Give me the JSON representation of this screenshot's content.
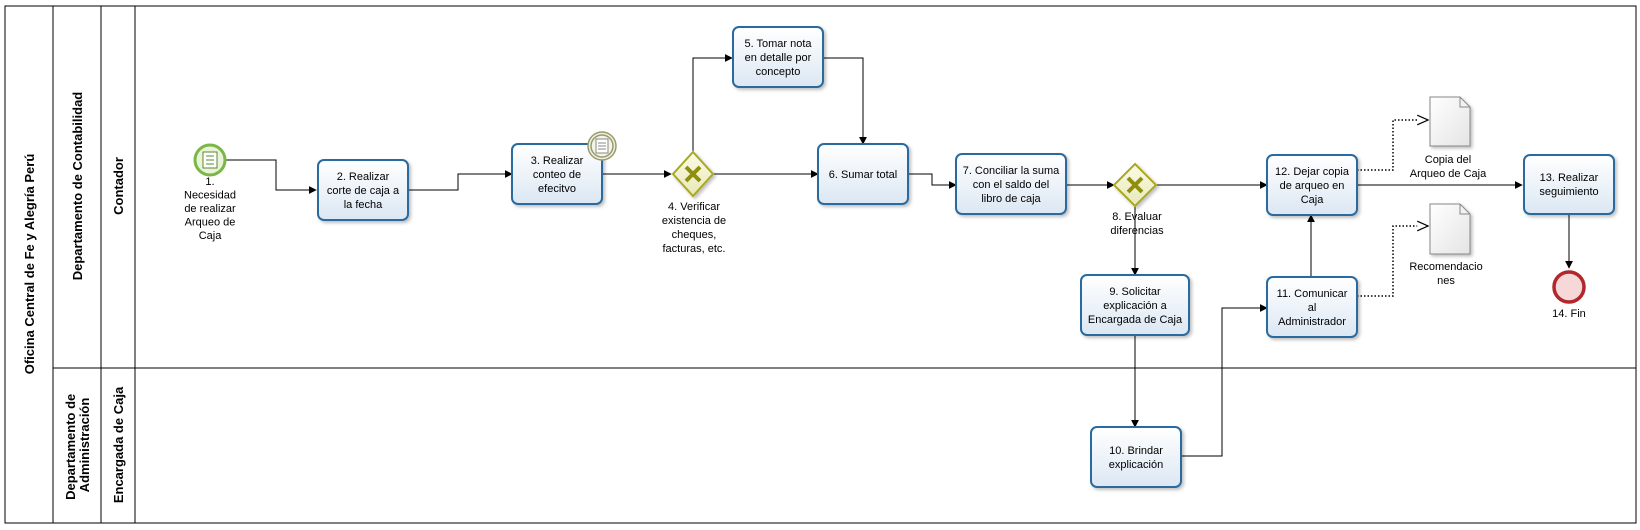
{
  "pool": {
    "title": "Oficina Central de Fe y Alegría Perú"
  },
  "lanes": {
    "contabilidad": {
      "department": "Departamento de Contabilidad",
      "role": "Contador"
    },
    "administracion": {
      "department_line1": "Departamento de",
      "department_line2": "Administración",
      "role": "Encargada de Caja"
    }
  },
  "nodes": {
    "n1": {
      "lines": [
        "1.",
        "Necesidad",
        "de realizar",
        "Arqueo de",
        "Caja"
      ]
    },
    "n2": {
      "lines": [
        "2. Realizar",
        "corte de caja a",
        "la fecha"
      ]
    },
    "n3": {
      "lines": [
        "3. Realizar",
        "conteo de",
        "efecitvo"
      ]
    },
    "n4": {
      "lines": [
        "4. Verificar",
        "existencia de",
        "cheques,",
        "facturas, etc."
      ]
    },
    "n5": {
      "lines": [
        "5. Tomar nota",
        "en detalle por",
        "concepto"
      ]
    },
    "n6": {
      "lines": [
        "6. Sumar total"
      ]
    },
    "n7": {
      "lines": [
        "7. Conciliar la suma",
        "con el saldo del",
        "libro de caja"
      ]
    },
    "n8": {
      "lines": [
        "8. Evaluar",
        "diferencias"
      ]
    },
    "n9": {
      "lines": [
        "9. Solicitar",
        "explicación a",
        "Encargada de Caja"
      ]
    },
    "n10": {
      "lines": [
        "10. Brindar",
        "explicación"
      ]
    },
    "n11": {
      "lines": [
        "11. Comunicar",
        "al",
        "Administrador"
      ]
    },
    "n12": {
      "lines": [
        "12. Dejar copia",
        "de arqueo en",
        "Caja"
      ]
    },
    "n13": {
      "lines": [
        "13. Realizar",
        "seguimiento"
      ]
    },
    "n14": {
      "lines": [
        "14. Fin"
      ]
    }
  },
  "documents": {
    "copia": {
      "lines": [
        "Copia del",
        "Arqueo de Caja"
      ]
    },
    "recomendaciones": {
      "lines": [
        "Recomendacio",
        "nes"
      ]
    }
  },
  "colors": {
    "task_stroke": "#2b6a9e",
    "task_fill_top": "#ffffff",
    "task_fill_bottom": "#dfeaf5",
    "start_event": "#7ab648",
    "end_event": "#b3262b",
    "gateway": "#a8a820"
  }
}
